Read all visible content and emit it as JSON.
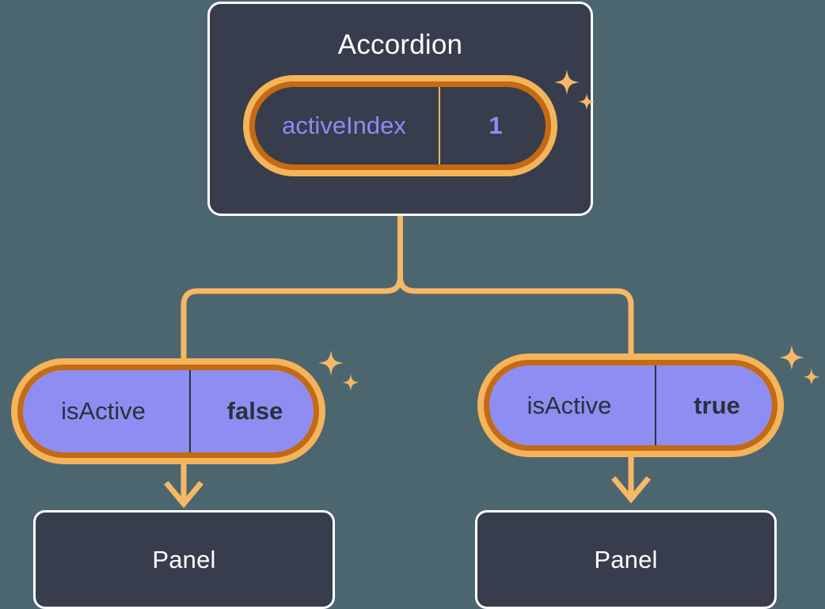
{
  "diagram": {
    "type": "component-tree",
    "background_color": "#4c6670",
    "palette": {
      "card_bg": "#373d4c",
      "card_border": "#ffffff",
      "ring_light": "#f5b459",
      "ring_dark": "#c46a13",
      "pill_purple": "#8e8ef2",
      "prop_text": "#8c8cf5",
      "value_text": "#2b303c",
      "connector": "#f7b866"
    }
  },
  "root": {
    "title": "Accordion",
    "state_pill": {
      "key": "activeIndex",
      "value": "1",
      "style": "dark",
      "sparkle_icon": "sparkles-icon"
    }
  },
  "branches": [
    {
      "pill": {
        "key": "isActive",
        "value": "false",
        "style": "purple",
        "sparkle_icon": "sparkles-icon"
      },
      "child": {
        "title": "Panel"
      }
    },
    {
      "pill": {
        "key": "isActive",
        "value": "true",
        "style": "purple",
        "sparkle_icon": "sparkles-icon"
      },
      "child": {
        "title": "Panel"
      }
    }
  ]
}
